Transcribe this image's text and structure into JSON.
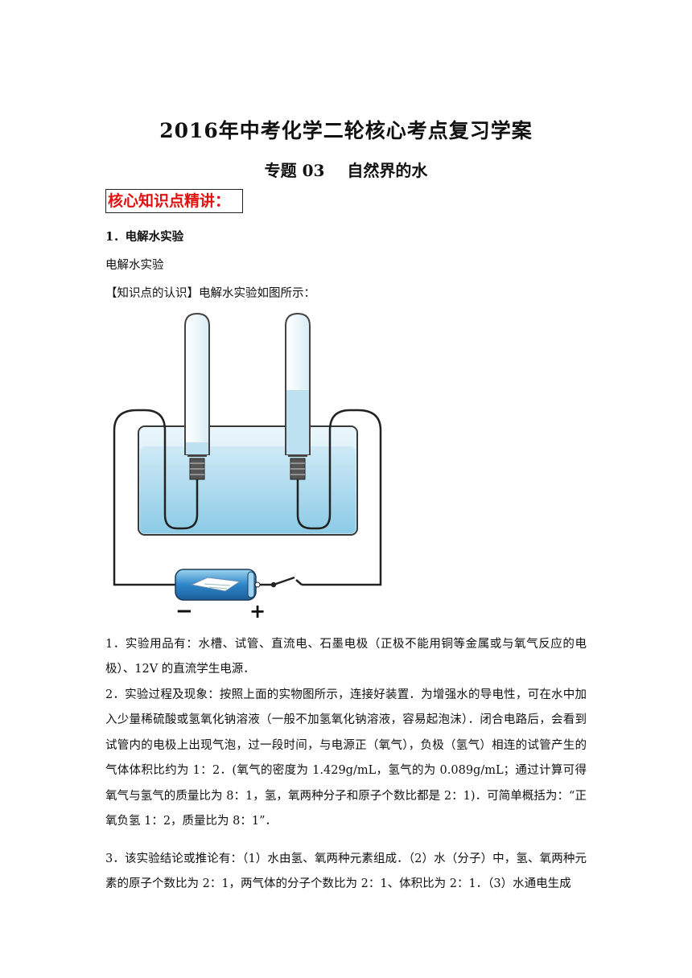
{
  "document": {
    "title": "2016年中考化学二轮核心考点复习学案",
    "subtitle": "专题 03    自然界的水",
    "section_label": "核心知识点精讲：",
    "heading_1": "1．电解水实验",
    "line_1": "电解水实验",
    "line_2": "【知识点的认识】电解水实验如图所示：",
    "figure": {
      "minus_label": "−",
      "plus_label": "+"
    },
    "paragraphs": [
      "1．实验用品有：水槽、试管、直流电、石墨电极（正极不能用铜等金属或与氧气反应的电极）、12V 的直流学生电源．",
      "2．实验过程及现象：按照上面的实物图所示，连接好装置．为增强水的导电性，可在水中加入少量稀硫酸或氢氧化钠溶液（一般不加氢氧化钠溶液，容易起泡沫）．闭合电路后，会看到试管内的电极上出现气泡，过一段时间，与电源正（氧气），负极（氢气）相连的试管产生的气体体积比约为 1：2．(氧气的密度为 1.429g/mL，氢气的为 0.089g/mL；通过计算可得氧气与氢气的质量比为 8：1，氢，氧两种分子和原子个数比都是 2：1)．可简单概括为：“正氧负氢 1：2，质量比为 8：1”．",
      "3．该实验结论或推论有：（1）水由氢、氧两种元素组成．（2）水（分子）中，氢、氧两种元素的原子个数比为 2：1，两气体的分子个数比为 2：1、体积比为 2：1．（3）水通电生成"
    ]
  }
}
